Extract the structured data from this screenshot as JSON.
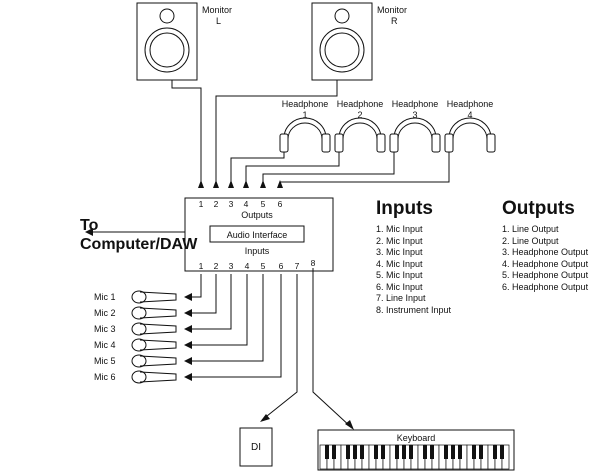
{
  "monitors": [
    {
      "label": "Monitor",
      "side": "L"
    },
    {
      "label": "Monitor",
      "side": "R"
    }
  ],
  "headphones": [
    {
      "label": "Headphone",
      "number": "1"
    },
    {
      "label": "Headphone",
      "number": "2"
    },
    {
      "label": "Headphone",
      "number": "3"
    },
    {
      "label": "Headphone",
      "number": "4"
    }
  ],
  "interface": {
    "title": "Audio Interface",
    "outputs_label": "Outputs",
    "inputs_label": "Inputs",
    "output_numbers": [
      "1",
      "2",
      "3",
      "4",
      "5",
      "6"
    ],
    "input_numbers": [
      "1",
      "2",
      "3",
      "4",
      "5",
      "6",
      "7",
      "8"
    ]
  },
  "to_computer": {
    "line1": "To",
    "line2": "Computer/DAW"
  },
  "mics": [
    "Mic 1",
    "Mic 2",
    "Mic 3",
    "Mic 4",
    "Mic 5",
    "Mic 6"
  ],
  "di_label": "DI",
  "keyboard_label": "Keyboard",
  "inputs_legend": {
    "title": "Inputs",
    "items": [
      "1. Mic Input",
      "2. Mic Input",
      "3. Mic Input",
      "4. Mic Input",
      "5. Mic Input",
      "6. Mic Input",
      "7. Line Input",
      "8. Instrument Input"
    ]
  },
  "outputs_legend": {
    "title": "Outputs",
    "items": [
      "1. Line Output",
      "2. Line Output",
      "3. Headphone Output",
      "4. Headphone Output",
      "5. Headphone Output",
      "6. Headphone Output"
    ]
  }
}
